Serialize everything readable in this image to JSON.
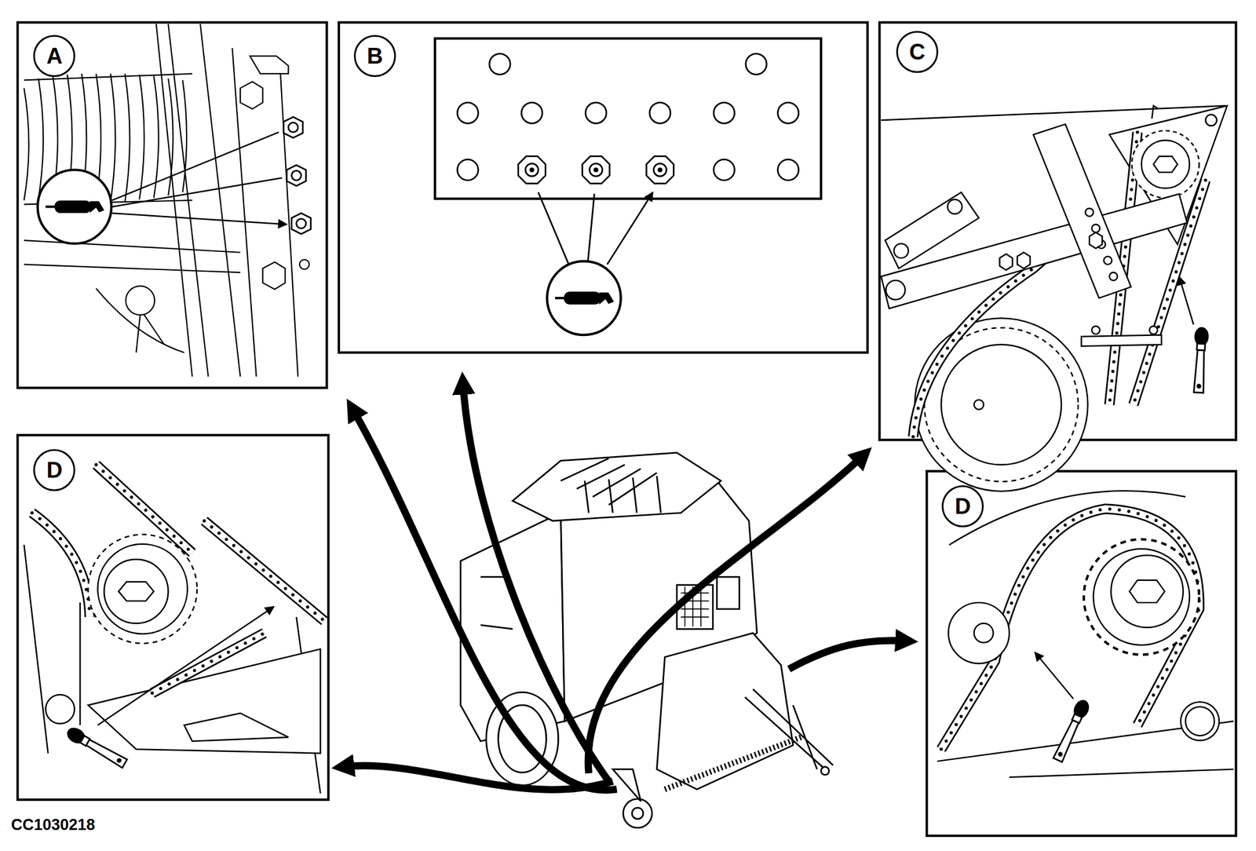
{
  "diagram": {
    "nodes": [
      {
        "text": [
          "A"
        ]
      },
      {
        "text": [
          "B"
        ]
      },
      {
        "text": [
          "C"
        ]
      },
      {
        "text": [
          "D"
        ]
      },
      {
        "text": [
          "D"
        ]
      }
    ],
    "labels": [
      "CC1030218"
    ]
  }
}
